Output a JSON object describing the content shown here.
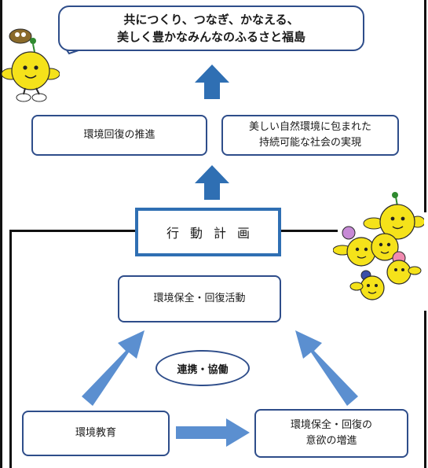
{
  "goal": {
    "line1": "共につくり、つなぎ、かなえる、",
    "line2": "美しく豊かなみんなのふるさと福島"
  },
  "boxes": {
    "recovery": "環境回復の推進",
    "society_line1": "美しい自然環境に包まれた",
    "society_line2": "持続可能な社会の実現",
    "action_plan": "行動計画",
    "activity": "環境保全・回復活動",
    "cooperation": "連携・協働",
    "education": "環境教育",
    "motivation_line1": "環境保全・回復の",
    "motivation_line2": "意欲の増進"
  },
  "colors": {
    "box_border": "#2e4d8a",
    "up_arrow": "#2f6fb3",
    "flow_arrow": "#5b8fd0",
    "mascot_yellow": "#f5e21a",
    "mascot_green": "#2f8a2f"
  }
}
